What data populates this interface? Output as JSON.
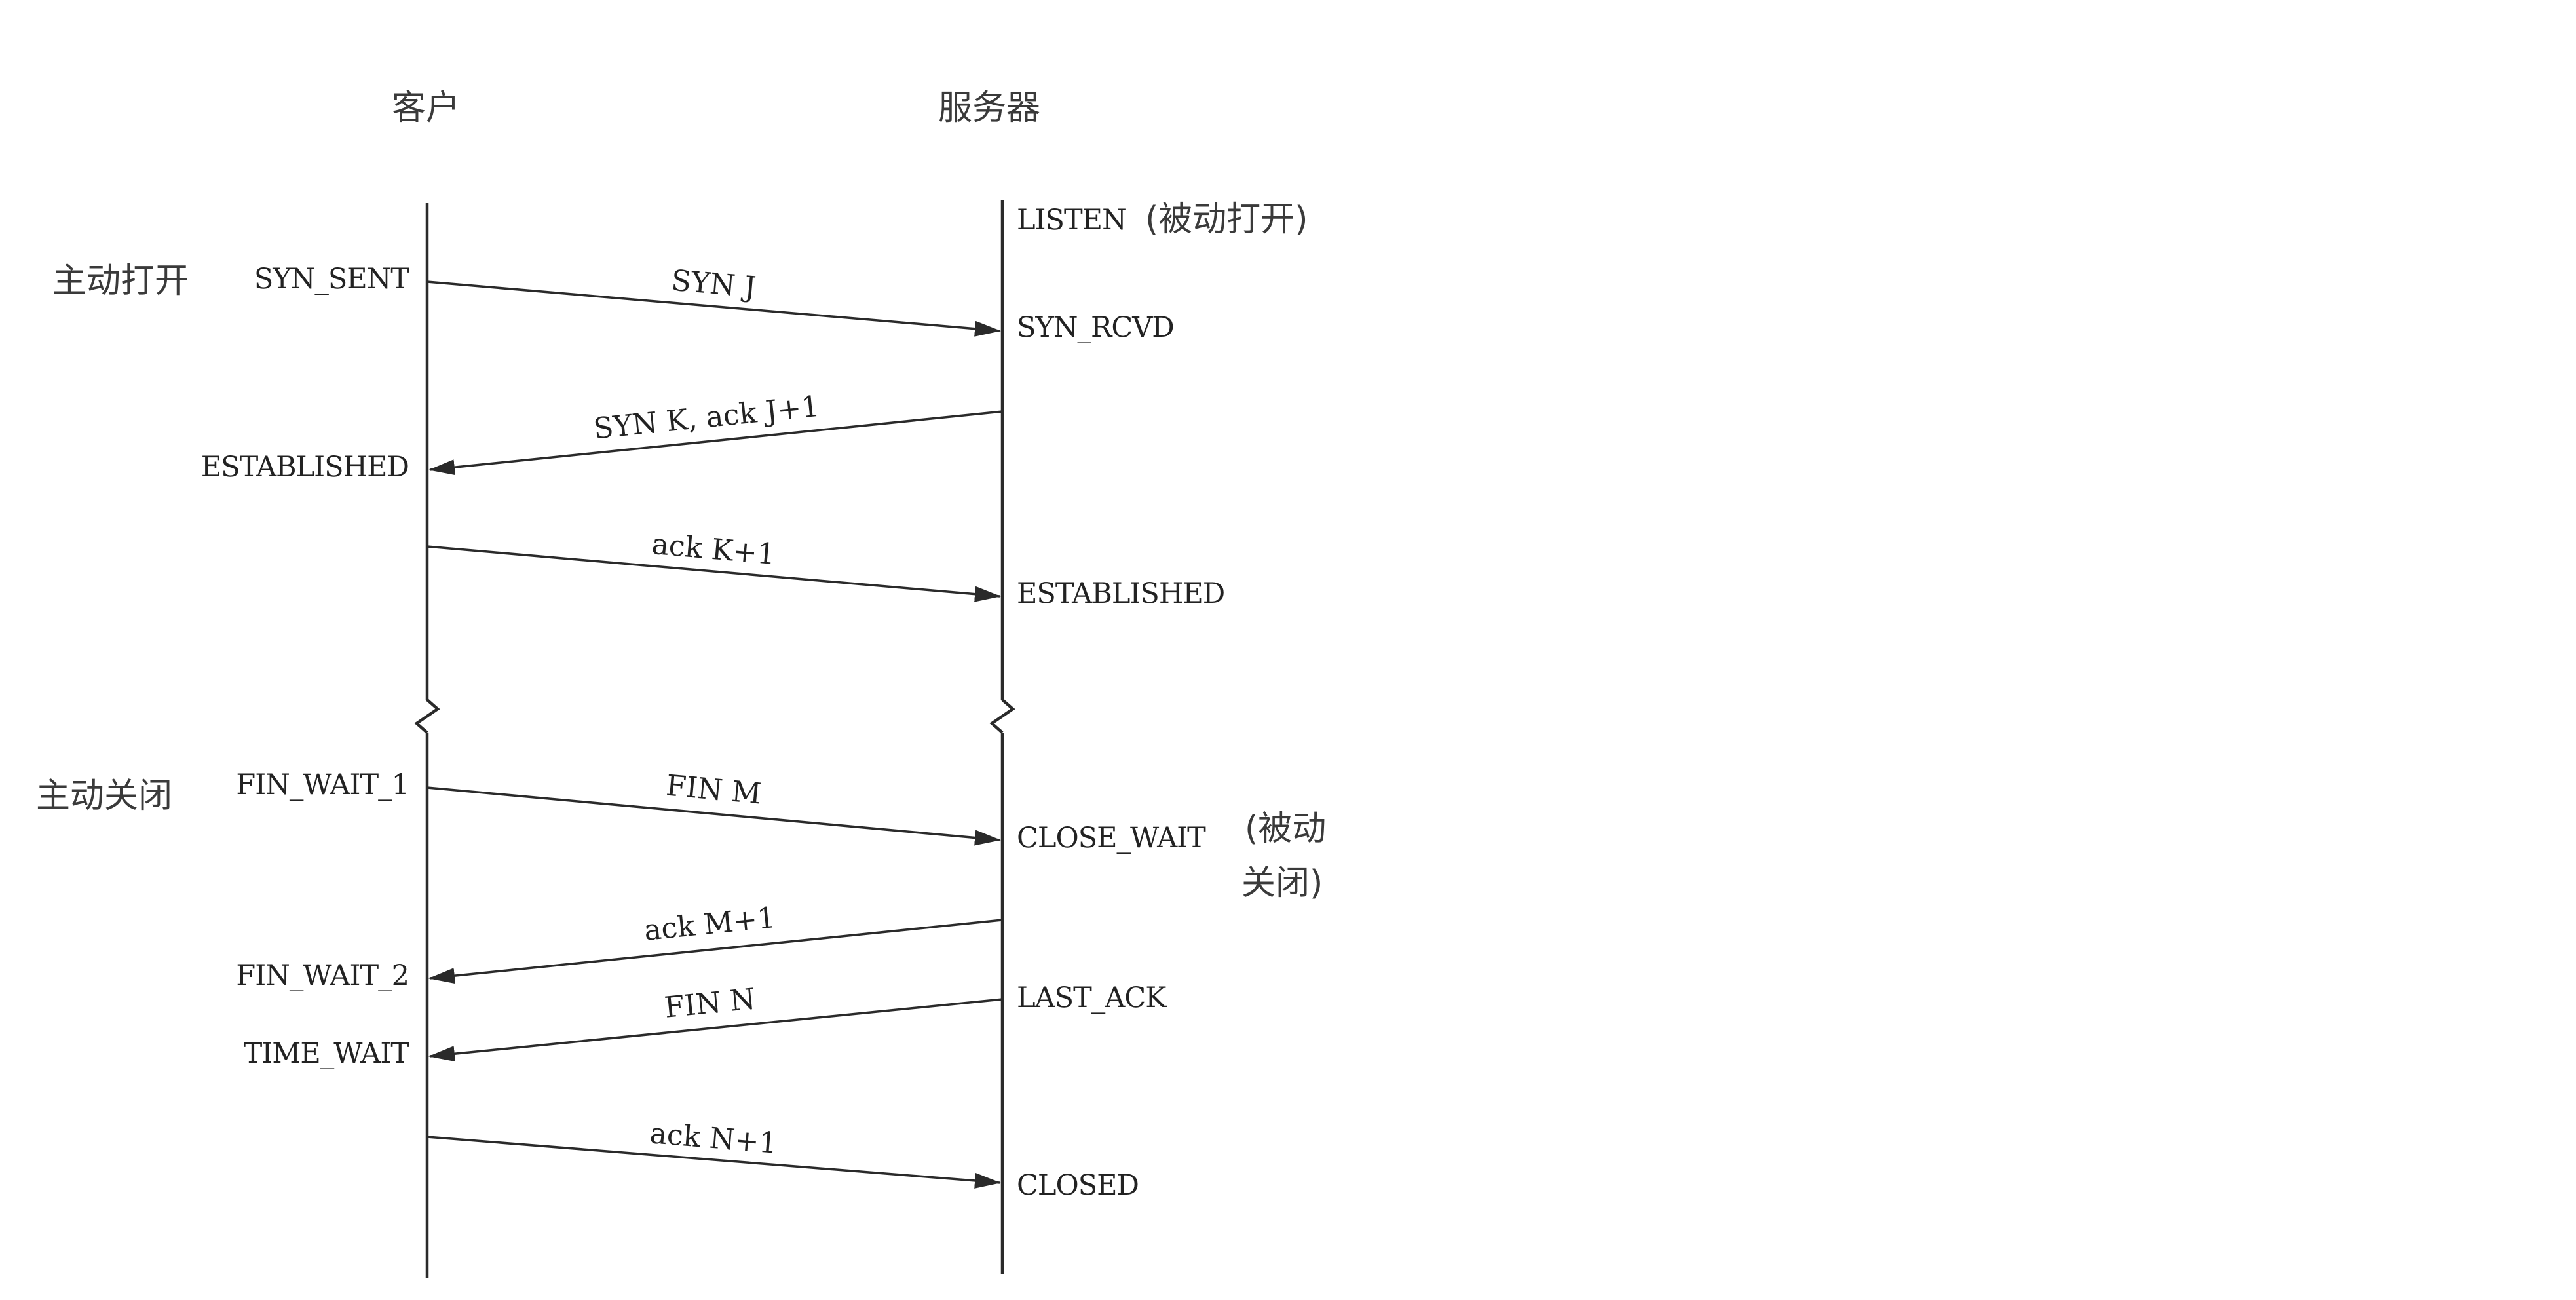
{
  "headers": {
    "client": "客户",
    "server": "服务器"
  },
  "client_states": {
    "syn_sent": "SYN_SENT",
    "established": "ESTABLISHED",
    "fin_wait_1": "FIN_WAIT_1",
    "fin_wait_2": "FIN_WAIT_2",
    "time_wait": "TIME_WAIT"
  },
  "server_states": {
    "listen": "LISTEN",
    "syn_rcvd": "SYN_RCVD",
    "established": "ESTABLISHED",
    "close_wait": "CLOSE_WAIT",
    "last_ack": "LAST_ACK",
    "closed": "CLOSED"
  },
  "annotations": {
    "active_open": "主动打开",
    "active_close": "主动关闭",
    "passive_open": "(被动打开)",
    "passive_close_1": "(被动",
    "passive_close_2": "关闭)"
  },
  "messages": {
    "syn_j": "SYN J",
    "syn_k_ack": "SYN K, ack J+1",
    "ack_k": "ack K+1",
    "fin_m": "FIN M",
    "ack_m": "ack M+1",
    "fin_n": "FIN N",
    "ack_n": "ack N+1"
  }
}
